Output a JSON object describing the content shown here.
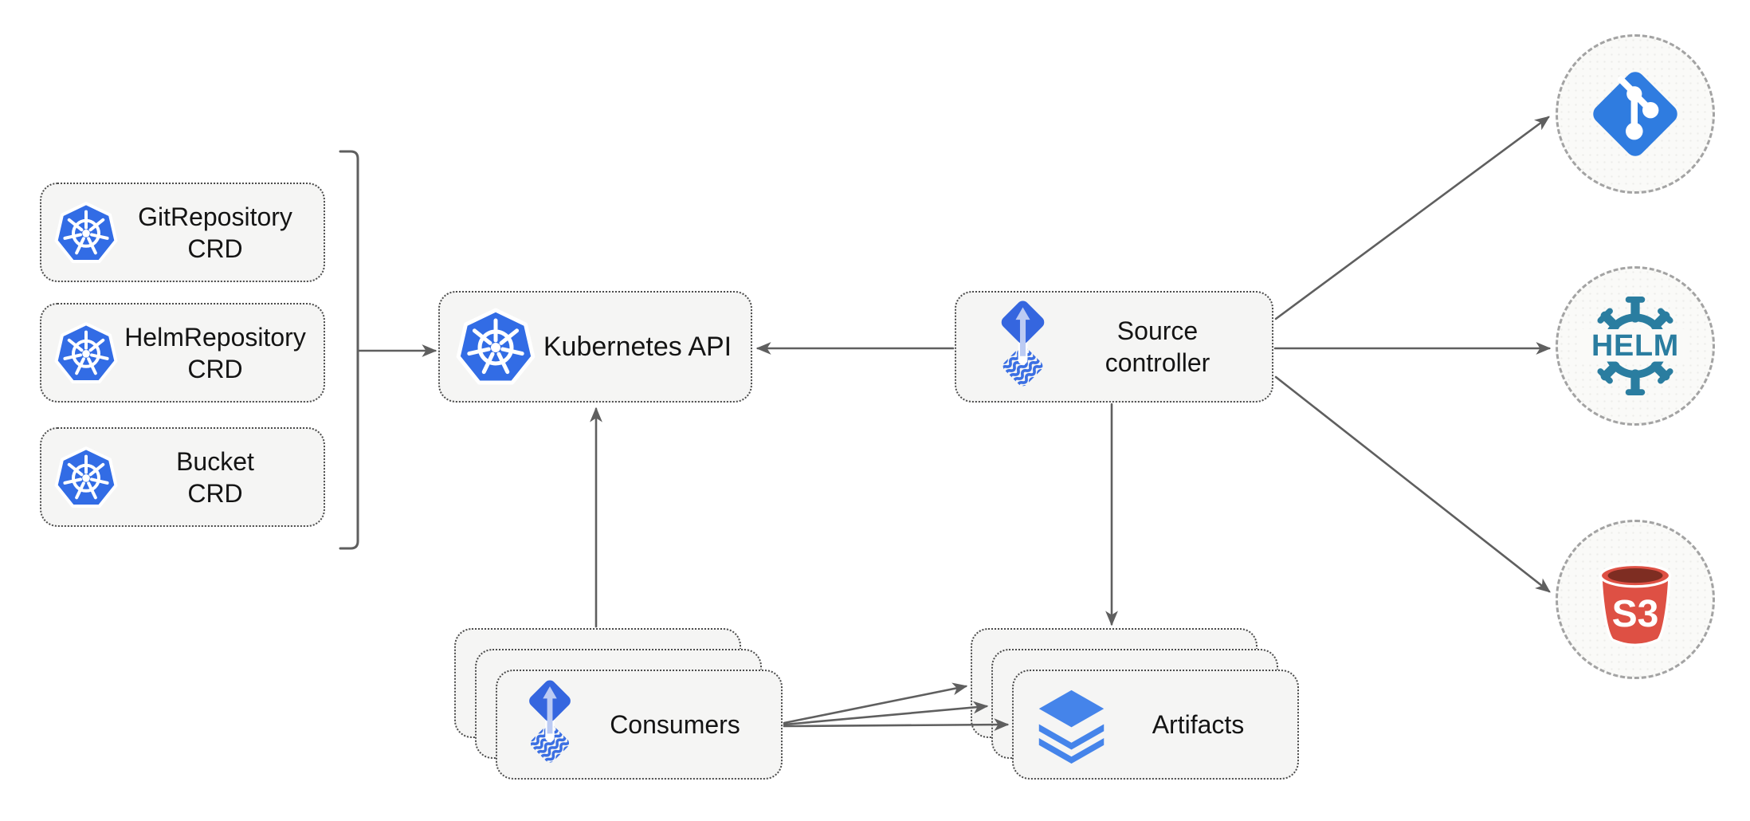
{
  "diagram_type": "flux-source-controller-architecture",
  "nodes": {
    "crd_boxes": [
      {
        "line1": "GitRepository",
        "line2": "CRD"
      },
      {
        "line1": "HelmRepository",
        "line2": "CRD"
      },
      {
        "line1": "Bucket",
        "line2": "CRD"
      }
    ],
    "kubernetes_api": {
      "label": "Kubernetes API"
    },
    "source_controller": {
      "line1": "Source",
      "line2": "controller"
    },
    "consumers": {
      "label": "Consumers"
    },
    "artifacts": {
      "label": "Artifacts"
    }
  },
  "external_targets": {
    "git": {
      "icon": "git-icon"
    },
    "helm": {
      "icon": "helm-icon",
      "text": "HELM"
    },
    "s3": {
      "icon": "s3-bucket-icon",
      "text": "S3"
    }
  },
  "edges": [
    {
      "from": "crd-bracket",
      "to": "kubernetes-api"
    },
    {
      "from": "source-controller",
      "to": "kubernetes-api"
    },
    {
      "from": "consumers",
      "to": "kubernetes-api"
    },
    {
      "from": "source-controller",
      "to": "artifacts"
    },
    {
      "from": "source-controller",
      "to": "git"
    },
    {
      "from": "source-controller",
      "to": "helm"
    },
    {
      "from": "source-controller",
      "to": "s3"
    },
    {
      "from": "consumers",
      "to": "artifacts-back"
    },
    {
      "from": "consumers",
      "to": "artifacts-middle"
    },
    {
      "from": "consumers",
      "to": "artifacts-front"
    }
  ],
  "colors": {
    "kubernetes_blue": "#326CE5",
    "flux_blue": "#3566DF",
    "flux_arrow_light": "#BCCBF3",
    "git_blue": "#2F7CE0",
    "helm_teal": "#2A7DA0",
    "s3_red": "#DE5044",
    "s3_dark_rim": "#7E2D22",
    "layers_blue": "#4584EA",
    "node_fill": "#F5F5F4",
    "line_gray": "#5F5F5F",
    "text": "#141414"
  }
}
